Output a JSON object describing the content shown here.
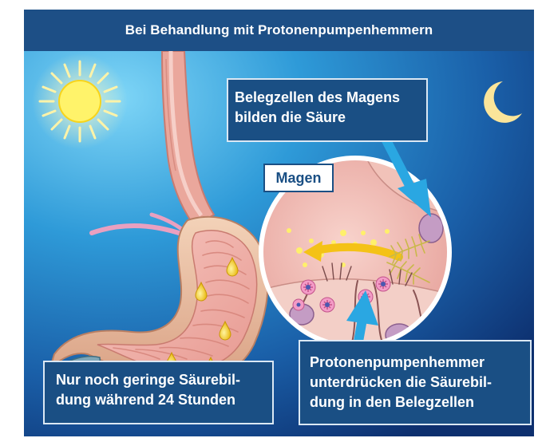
{
  "header": {
    "title": "Bei Behandlung mit Protonenpumpenhemmern"
  },
  "labels": {
    "magen": "Magen"
  },
  "callouts": {
    "top": {
      "lines": [
        "Belegzellen des Magens",
        "bilden die Säure"
      ]
    },
    "left": {
      "lines": [
        "Nur noch geringe Säurebil-",
        "dung während 24 Stunden"
      ]
    },
    "right": {
      "lines": [
        "Protonenpumpenhemmer",
        "unterdrücken die Säurebil-",
        "dung in den Belegzellen"
      ]
    }
  },
  "icons": {
    "day": "sun-icon",
    "night": "crescent-moon-icon"
  },
  "colors": {
    "header_bg": "#1d4f86",
    "callout_bg": "#1a4f84",
    "sky_light": "#5cc2f0",
    "sky_dark": "#0d2f6e",
    "stomach_tissue": "#f2b3ab",
    "acid_drop": "#f6d22a",
    "arrow_blue": "#2aa7e2",
    "arrow_yellow": "#f4c216"
  }
}
